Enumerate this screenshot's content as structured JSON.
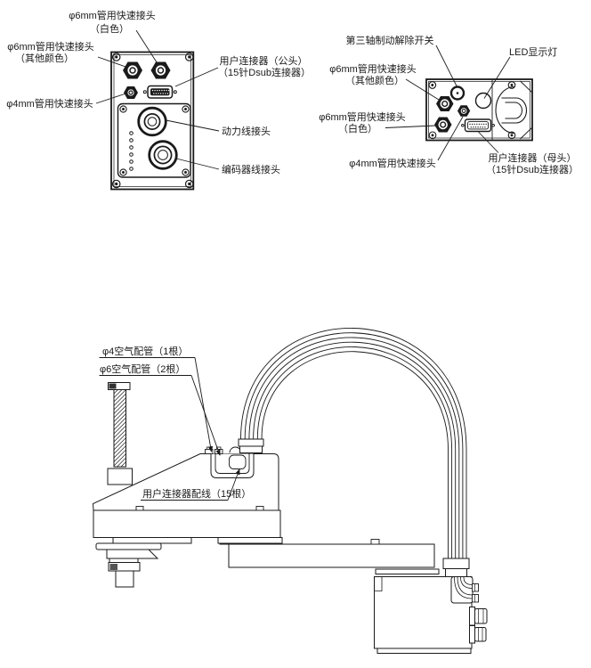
{
  "style": {
    "line_color": "#1a1a1a",
    "background": "#ffffff"
  },
  "left_panel_view": {
    "labels": {
      "quick6_white_1": "φ6mm管用快速接头",
      "quick6_white_2": "（白色）",
      "quick6_other_1": "φ6mm管用快速接头",
      "quick6_other_2": "（其他颜色）",
      "quick4": "φ4mm管用快速接头",
      "user_conn_1": "用户连接器（公头）",
      "user_conn_2": "（15针Dsub连接器）",
      "power_conn": "动力线接头",
      "encoder_conn": "编码器线接头"
    }
  },
  "right_panel_view": {
    "labels": {
      "brake_switch": "第三轴制动解除开关",
      "led": "LED显示灯",
      "quick6_other_1": "φ6mm管用快速接头",
      "quick6_other_2": "（其他颜色）",
      "quick6_white_1": "φ6mm管用快速接头",
      "quick6_white_2": "（白色）",
      "quick4": "φ4mm管用快速接头",
      "user_conn_1": "用户连接器（母头）",
      "user_conn_2": "（15针Dsub连接器）"
    }
  },
  "robot_side_view": {
    "labels": {
      "air_pipe_4": "φ4空气配管（1根）",
      "air_pipe_6": "φ6空气配管（2根）",
      "user_wiring": "用户连接器配线（15根）"
    }
  }
}
